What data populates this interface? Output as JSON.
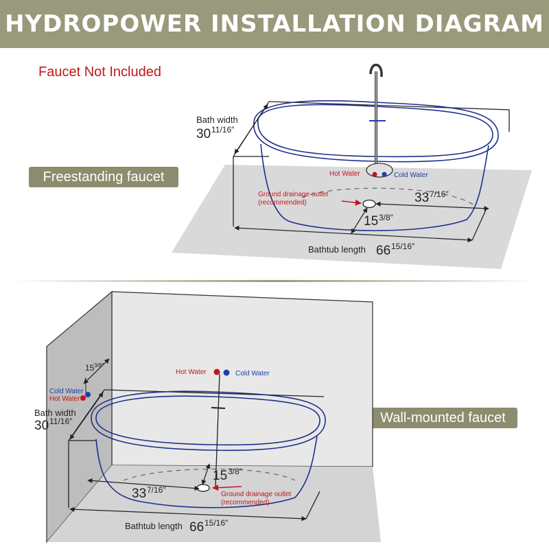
{
  "header": {
    "title": "HYDROPOWER INSTALLATION DIAGRAM"
  },
  "note": "Faucet Not Included",
  "freestanding": {
    "label": "Freestanding faucet",
    "bath_width_label": "Bath width",
    "bath_width_whole": "30",
    "bath_width_frac": "11/16″",
    "hot_water": "Hot Water",
    "cold_water": "Cold Water",
    "drain_line1": "Ground drainage outlet",
    "drain_line2": "(recommended)",
    "dist_outlet_whole": "33",
    "dist_outlet_frac": "7/16″",
    "dist_side_whole": "15",
    "dist_side_frac": "3/8″",
    "length_label": "Bathtub length",
    "length_whole": "66",
    "length_frac": "15/16″"
  },
  "wall": {
    "label": "Wall-mounted faucet",
    "height_whole": "15",
    "height_frac": "3/8″",
    "cold_water_side": "Cold Water",
    "hot_water_side": "Hot Water",
    "hot_water": "Hot Water",
    "cold_water": "Cold Water",
    "bath_width_label": "Bath width",
    "bath_width_whole": "30",
    "bath_width_frac": "11/16″",
    "dist_side_whole": "15",
    "dist_side_frac": "3/8″",
    "dist_outlet_whole": "33",
    "dist_outlet_frac": "7/16″",
    "drain_line1": "Ground drainage outlet",
    "drain_line2": "(recommended)",
    "length_label": "Bathtub length",
    "length_whole": "66",
    "length_frac": "15/16″"
  },
  "colors": {
    "header_bg": "#99997b",
    "pill_bg": "#8c8c6e",
    "tub": "#1e2f8a",
    "hot": "#c0171c",
    "cold": "#1e3fa8",
    "floor": "#d9d9d9"
  }
}
